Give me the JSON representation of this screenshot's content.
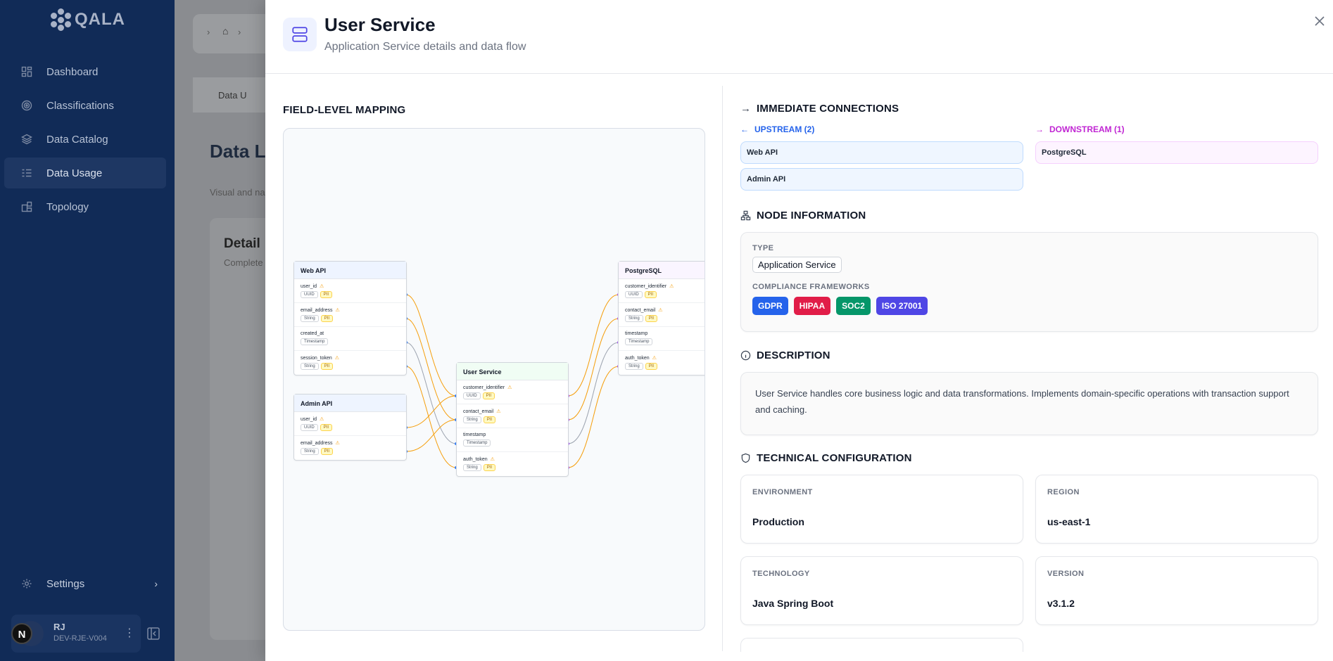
{
  "sidebar": {
    "logo": "QALA",
    "items": [
      {
        "label": "Dashboard",
        "icon": "dashboard-icon"
      },
      {
        "label": "Classifications",
        "icon": "target-icon"
      },
      {
        "label": "Data Catalog",
        "icon": "layers-icon"
      },
      {
        "label": "Data Usage",
        "icon": "list-check-icon",
        "active": true
      },
      {
        "label": "Topology",
        "icon": "topology-icon"
      }
    ],
    "settings": "Settings",
    "user": {
      "initials": "RJ",
      "id": "DEV-RJE-V004",
      "badge": "N"
    }
  },
  "background": {
    "tab": "Data U",
    "title": "Data Li",
    "subtitle": "Visual and na",
    "panel_title": "Detail",
    "panel_sub": "Complete"
  },
  "drawer": {
    "title": "User Service",
    "subtitle": "Application Service details and data flow",
    "mapping": {
      "title": "FIELD-LEVEL MAPPING",
      "nodes": {
        "web_api": {
          "title": "Web API",
          "fields": [
            {
              "name": "user_id",
              "type": "UUID",
              "pii": "PII"
            },
            {
              "name": "email_address",
              "type": "String",
              "pii": "PII"
            },
            {
              "name": "created_at",
              "type": "Timestamp",
              "pii": ""
            },
            {
              "name": "session_token",
              "type": "String",
              "pii": "PII"
            }
          ]
        },
        "admin_api": {
          "title": "Admin API",
          "fields": [
            {
              "name": "user_id",
              "type": "UUID",
              "pii": "PII"
            },
            {
              "name": "email_address",
              "type": "String",
              "pii": "PII"
            }
          ]
        },
        "user_service": {
          "title": "User Service",
          "fields": [
            {
              "name": "customer_identifier",
              "type": "UUID",
              "pii": "PII"
            },
            {
              "name": "contact_email",
              "type": "String",
              "pii": "PII"
            },
            {
              "name": "timestamp",
              "type": "Timestamp",
              "pii": ""
            },
            {
              "name": "auth_token",
              "type": "String",
              "pii": "PII"
            }
          ]
        },
        "postgres": {
          "title": "PostgreSQL",
          "fields": [
            {
              "name": "customer_identifier",
              "type": "UUID",
              "pii": "PII"
            },
            {
              "name": "contact_email",
              "type": "String",
              "pii": "PII"
            },
            {
              "name": "timestamp",
              "type": "Timestamp",
              "pii": ""
            },
            {
              "name": "auth_token",
              "type": "String",
              "pii": "PII"
            }
          ]
        }
      }
    },
    "connections": {
      "title": "IMMEDIATE CONNECTIONS",
      "upstream_label": "UPSTREAM (2)",
      "downstream_label": "DOWNSTREAM (1)",
      "upstream": [
        "Web API",
        "Admin API"
      ],
      "downstream": [
        "PostgreSQL"
      ]
    },
    "node_info": {
      "title": "NODE INFORMATION",
      "type_label": "TYPE",
      "type_value": "Application Service",
      "frameworks_label": "COMPLIANCE FRAMEWORKS",
      "frameworks": [
        {
          "name": "GDPR",
          "color": "#2563eb"
        },
        {
          "name": "HIPAA",
          "color": "#e11d48"
        },
        {
          "name": "SOC2",
          "color": "#059669"
        },
        {
          "name": "ISO 27001",
          "color": "#4f46e5"
        }
      ]
    },
    "description": {
      "title": "DESCRIPTION",
      "text": "User Service handles core business logic and data transformations. Implements domain-specific operations with transaction support and caching."
    },
    "tech": {
      "title": "TECHNICAL CONFIGURATION",
      "environment_label": "ENVIRONMENT",
      "environment": "Production",
      "region_label": "REGION",
      "region": "us-east-1",
      "technology_label": "TECHNOLOGY",
      "technology": "Java Spring Boot",
      "version_label": "VERSION",
      "version": "v3.1.2"
    }
  }
}
